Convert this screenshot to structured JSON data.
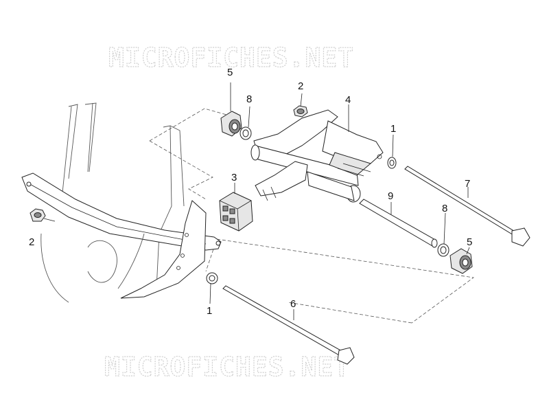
{
  "watermarks": {
    "top": "MICROFICHES.NET",
    "bottom": "MICROFICHES.NET"
  },
  "callouts": [
    {
      "id": "c5a",
      "label": "5"
    },
    {
      "id": "c8a",
      "label": "8"
    },
    {
      "id": "c2a",
      "label": "2"
    },
    {
      "id": "c4",
      "label": "4"
    },
    {
      "id": "c1a",
      "label": "1"
    },
    {
      "id": "c3",
      "label": "3"
    },
    {
      "id": "c7",
      "label": "7"
    },
    {
      "id": "c9",
      "label": "9"
    },
    {
      "id": "c2b",
      "label": "2"
    },
    {
      "id": "c8b",
      "label": "8"
    },
    {
      "id": "c5b",
      "label": "5"
    },
    {
      "id": "c1b",
      "label": "1"
    },
    {
      "id": "c6",
      "label": "6"
    }
  ]
}
